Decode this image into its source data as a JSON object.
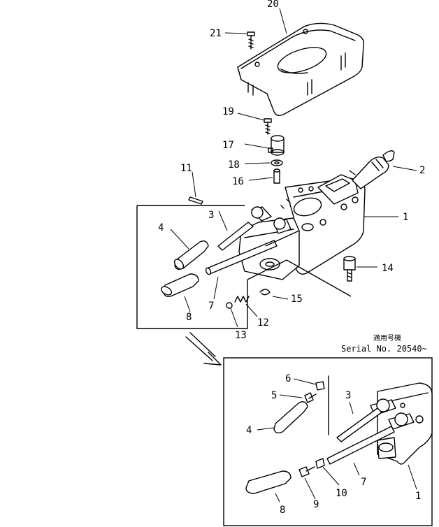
{
  "serial": {
    "jp_note": "適用号機",
    "serial_label": "Serial No. 20540~"
  },
  "parts": {
    "p1": "1",
    "p2": "2",
    "p3": "3",
    "p4": "4",
    "p7": "7",
    "p8": "8",
    "p11": "11",
    "p12": "12",
    "p13": "13",
    "p14": "14",
    "p15": "15",
    "p16": "16",
    "p17": "17",
    "p18": "18",
    "p19": "19",
    "p20": "20",
    "p21": "21"
  },
  "inset_parts": {
    "p1": "1",
    "p3": "3",
    "p4": "4",
    "p5": "5",
    "p6": "6",
    "p7": "7",
    "p8": "8",
    "p9": "9",
    "p10": "10"
  }
}
